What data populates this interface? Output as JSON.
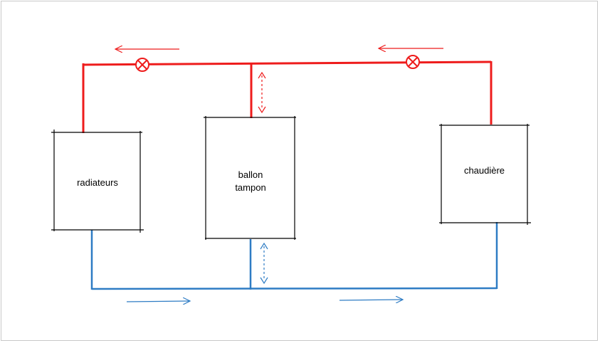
{
  "boxes": {
    "radiateurs": {
      "label": "radiateurs"
    },
    "ballon": {
      "label": "ballon\ntampon"
    },
    "chaudiere": {
      "label": "chaudière"
    }
  },
  "colors": {
    "hot": "#ee1c1c",
    "cold": "#2e7cc4",
    "box_border": "#000000"
  },
  "flow": {
    "hot": "right-to-left",
    "cold": "left-to-right"
  },
  "icons": {
    "valve": "valve-icon",
    "arrow": "flow-arrow-icon"
  }
}
